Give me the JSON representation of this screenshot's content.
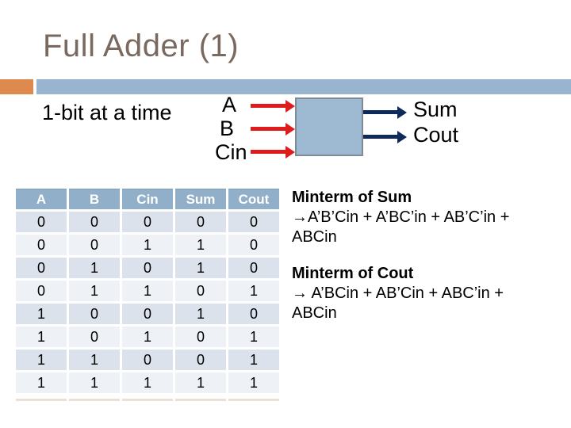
{
  "slide": {
    "title": "Full Adder (1)",
    "subtitle": "1-bit at a time"
  },
  "colors": {
    "title_text": "#7a695e",
    "accent_orange": "#de8a4e",
    "accent_blue": "#98b4ce",
    "adder_box_fill": "#9dbad2",
    "adder_box_border": "#7e8b94",
    "input_arrow_red": "#e01b1b",
    "output_arrow_navy": "#0e2a5b",
    "table_header_bg": "#92afc9",
    "table_row_dark": "#dbe2ec",
    "table_row_light": "#eef1f5"
  },
  "diagram": {
    "inputs": [
      "A",
      "B",
      "Cin"
    ],
    "outputs": [
      "Sum",
      "Cout"
    ],
    "icons": {
      "input_arrow": "red-right-arrow",
      "output_arrow": "navy-right-arrow"
    }
  },
  "truth_table": {
    "headers": [
      "A",
      "B",
      "Cin",
      "Sum",
      "Cout"
    ],
    "rows": [
      [
        "0",
        "0",
        "0",
        "0",
        "0"
      ],
      [
        "0",
        "0",
        "1",
        "1",
        "0"
      ],
      [
        "0",
        "1",
        "0",
        "1",
        "0"
      ],
      [
        "0",
        "1",
        "1",
        "0",
        "1"
      ],
      [
        "1",
        "0",
        "0",
        "1",
        "0"
      ],
      [
        "1",
        "0",
        "1",
        "0",
        "1"
      ],
      [
        "1",
        "1",
        "0",
        "0",
        "1"
      ],
      [
        "1",
        "1",
        "1",
        "1",
        "1"
      ]
    ]
  },
  "minterms": {
    "sum": {
      "heading": "Minterm of Sum",
      "line1": "→A’B’Cin + A’BC’in + AB’C’in +",
      "line2": "ABCin"
    },
    "cout": {
      "heading": "Minterm of Cout",
      "line1": "→ A’BCin + AB’Cin + ABC’in +",
      "line2": "ABCin"
    }
  }
}
